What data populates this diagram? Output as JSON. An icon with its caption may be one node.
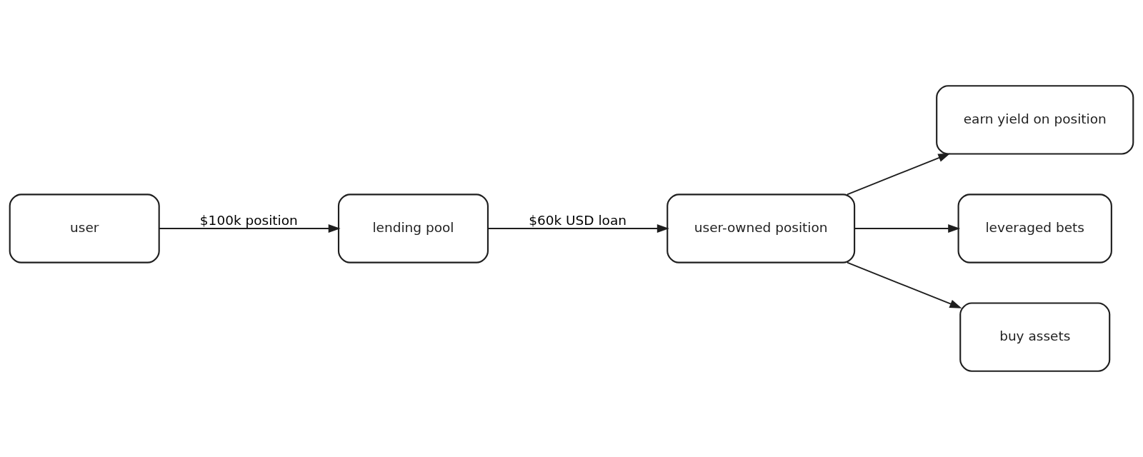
{
  "diagram": {
    "nodes": [
      {
        "text": [
          "user"
        ]
      },
      {
        "text": [
          "lending pool"
        ]
      },
      {
        "text": [
          "user-owned position"
        ]
      },
      {
        "text": [
          "earn yield on position"
        ]
      },
      {
        "text": [
          "leveraged bets"
        ]
      },
      {
        "text": [
          "buy assets"
        ]
      }
    ],
    "edges": [
      {
        "from": 0,
        "to": 1,
        "arrow": "to",
        "label": "$100k position"
      },
      {
        "from": 1,
        "to": 2,
        "arrow": "to",
        "label": "$60k USD loan"
      },
      {
        "from": 2,
        "to": 3,
        "arrow": "to"
      },
      {
        "from": 2,
        "to": 4,
        "arrow": "to"
      },
      {
        "from": 2,
        "to": 5,
        "arrow": "to"
      }
    ]
  }
}
